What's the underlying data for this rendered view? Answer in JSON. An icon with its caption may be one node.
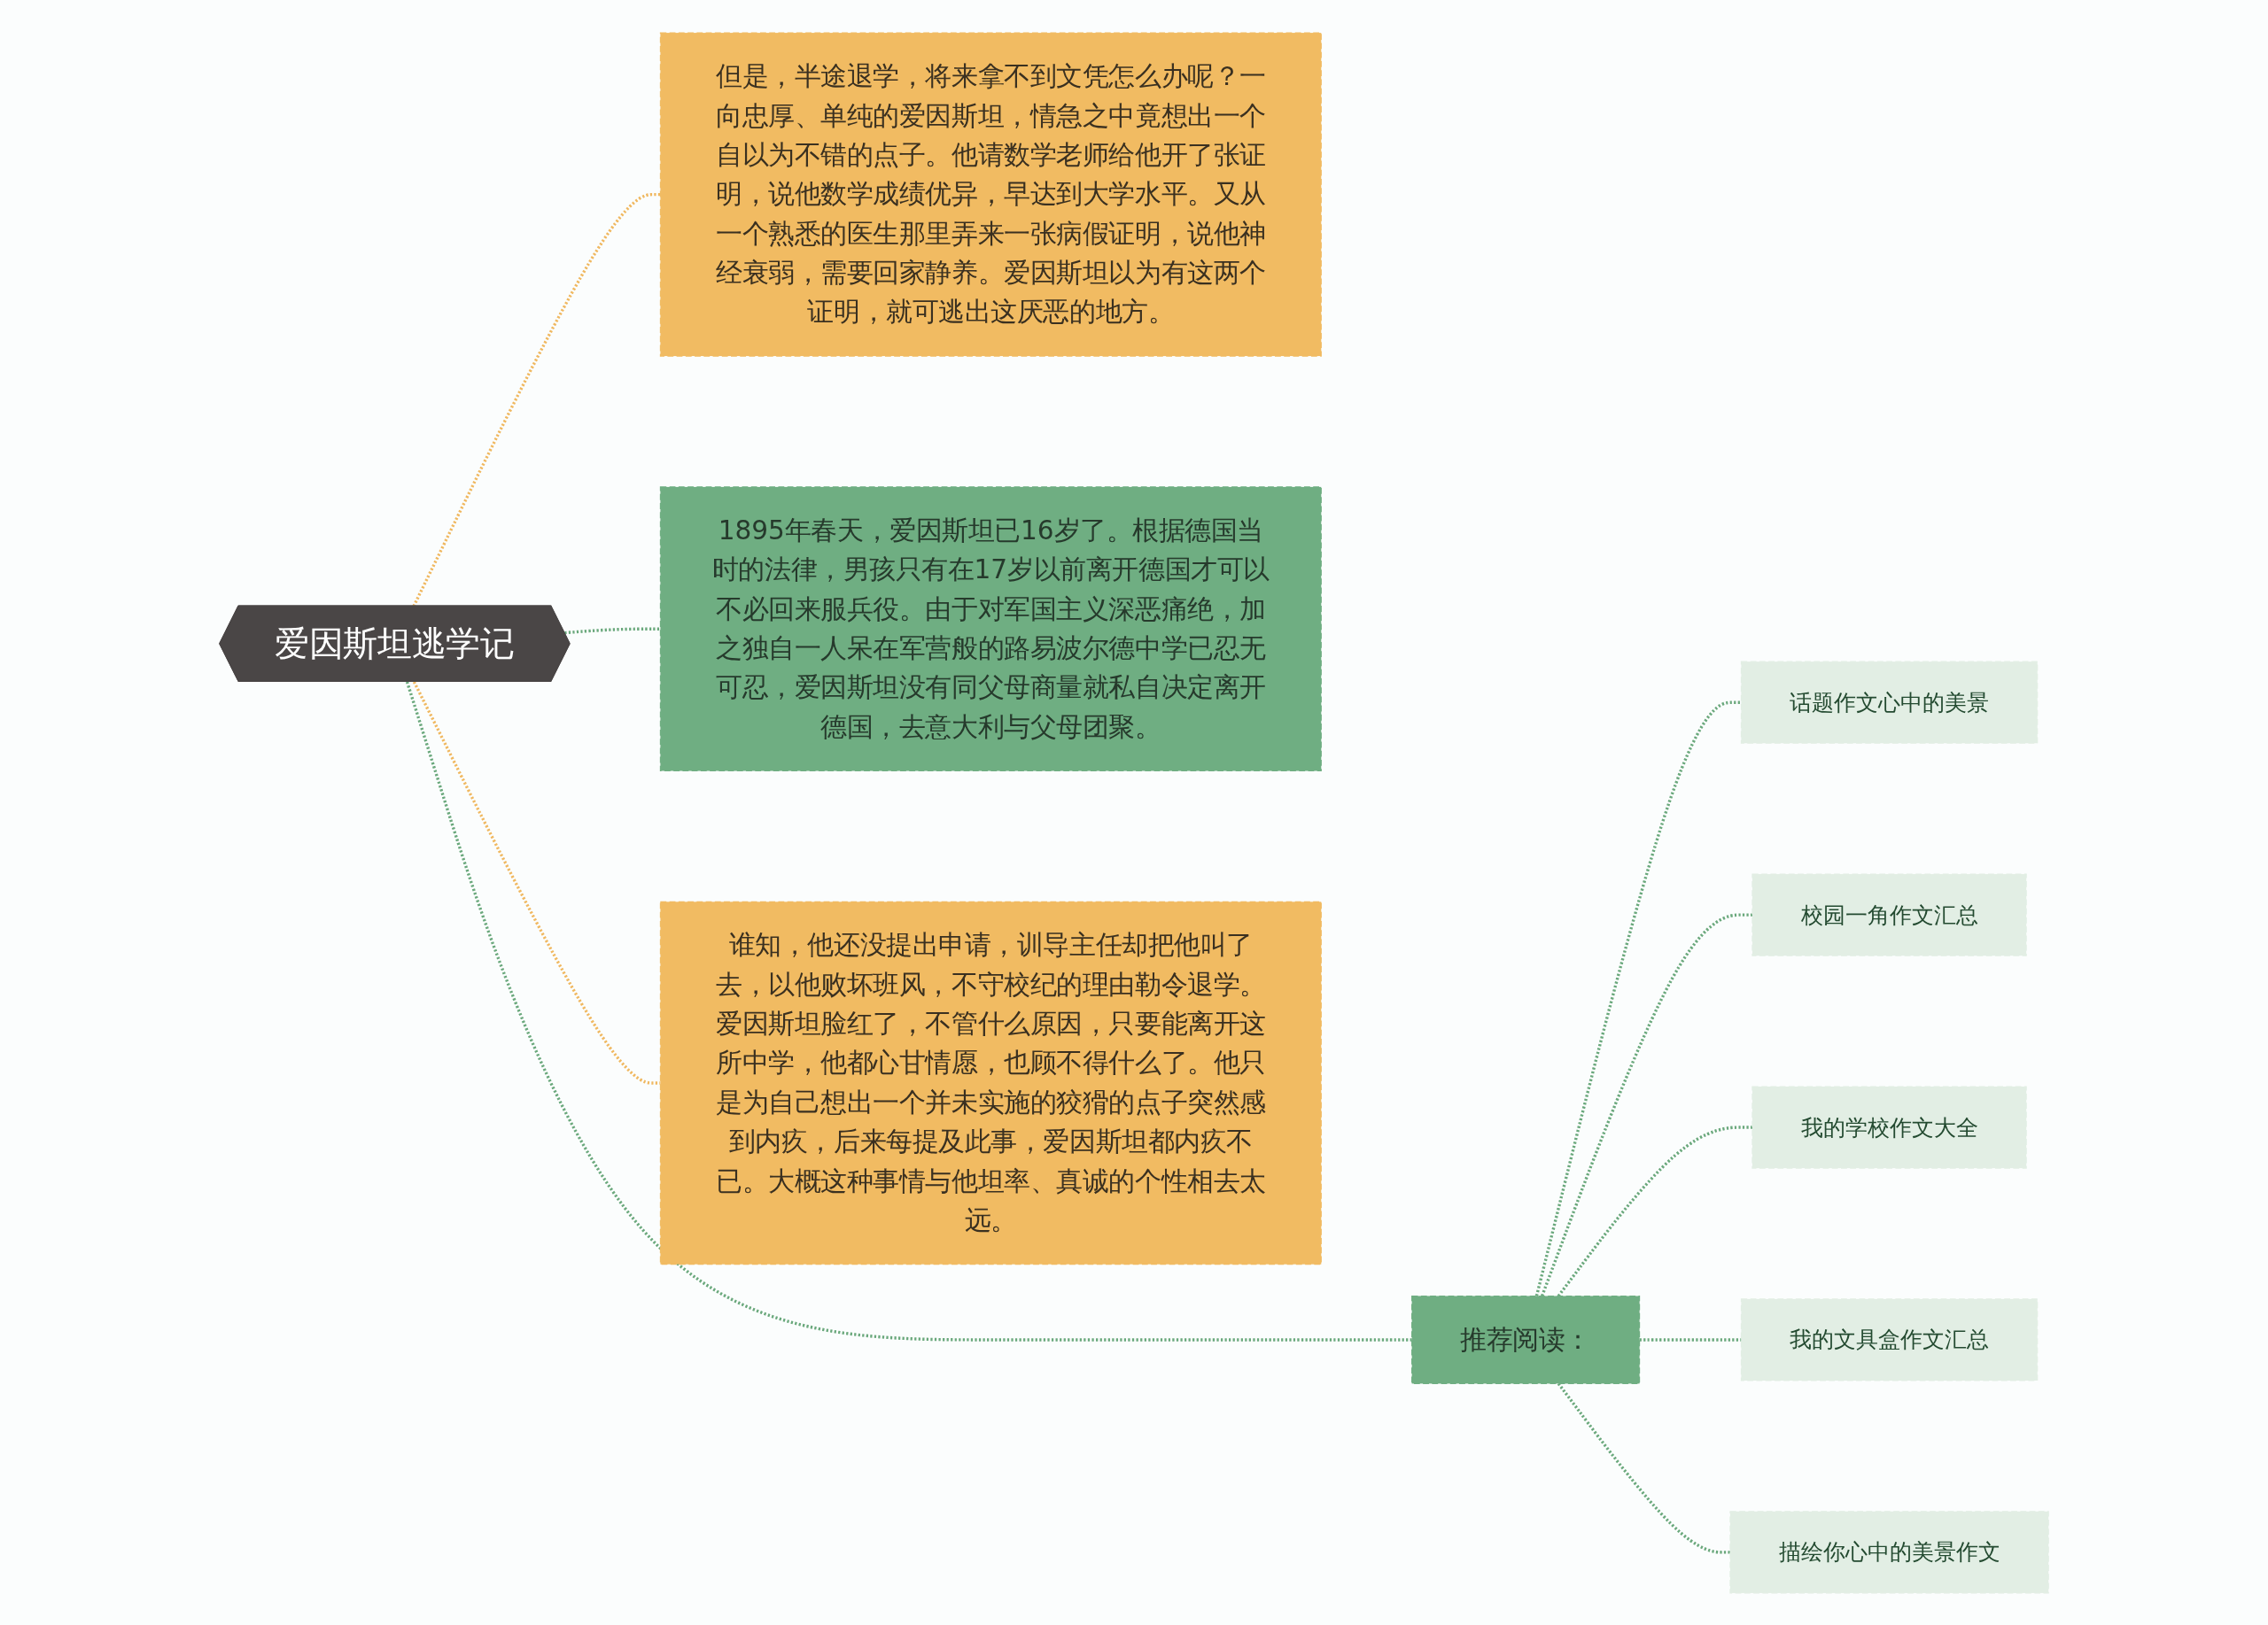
{
  "diagram": {
    "nodes": [
      {
        "text": [
          "爱因斯坦逃学记"
        ]
      },
      {
        "text": [
          "但是，半途退学，将来拿不到文凭怎么办呢？一向忠厚、单纯的爱因斯坦，情急之中竟想出一个自以为不错的点子。他请数学老师给他开了张证明，说他数学成绩优异，早达到大学水平。又从一个熟悉的医生那里弄来一张病假证明，说他神经衰弱，需要回家静养。爱因斯坦以为有这两个证明，就可逃出这厌恶的地方。"
        ]
      },
      {
        "text": [
          "推荐阅读："
        ]
      },
      {
        "text": [
          "话题作文心中的美景"
        ]
      },
      {
        "text": [
          "校园一角作文汇总"
        ]
      },
      {
        "text": [
          "我的学校作文大全"
        ]
      },
      {
        "text": [
          "我的文具盒作文汇总"
        ]
      },
      {
        "text": [
          "描绘你心中的美景作文"
        ]
      },
      {
        "text": [
          "1895年春天，爱因斯坦已16岁了。根据德国当时的法律，男孩只有在17岁以前离开德国才可以不必回来服兵役。由于对军国主义深恶痛绝，加之独自一人呆在军营般的路易波尔德中学已忍无可忍，爱因斯坦没有同父母商量就私自决定离开德国，去意大利与父母团聚。"
        ]
      },
      {
        "text": [
          "谁知，他还没提出申请，训导主任却把他叫了去，以他败坏班风，不守校纪的理由勒令退学。爱因斯坦脸红了，不管什么原因，只要能离开这所中学，他都心甘情愿，也顾不得什么了。他只是为自己想出一个并未实施的狡猾的点子突然感到内疚，后来每提及此事，爱因斯坦都内疚不已。大概这种事情与他坦率、真诚的个性相去太远。"
        ]
      }
    ],
    "edges": [
      {
        "from": 0,
        "to": 1,
        "arrow": "none",
        "style": "dashed",
        "color": "#f0b860"
      },
      {
        "from": 0,
        "to": 2,
        "arrow": "none",
        "style": "dashed"
      },
      {
        "from": 2,
        "to": 3,
        "arrow": "none",
        "style": "dashed"
      },
      {
        "from": 2,
        "to": 4,
        "arrow": "none",
        "style": "dashed"
      },
      {
        "from": 2,
        "to": 5,
        "arrow": "none",
        "style": "dashed"
      },
      {
        "from": 2,
        "to": 6,
        "arrow": "none",
        "style": "dashed"
      },
      {
        "from": 2,
        "to": 7,
        "arrow": "none",
        "style": "dashed"
      },
      {
        "from": 0,
        "to": 8,
        "arrow": "none",
        "style": "dashed"
      },
      {
        "from": 0,
        "to": 9,
        "arrow": "none",
        "style": "dashed",
        "color": "#f0b860"
      }
    ]
  }
}
